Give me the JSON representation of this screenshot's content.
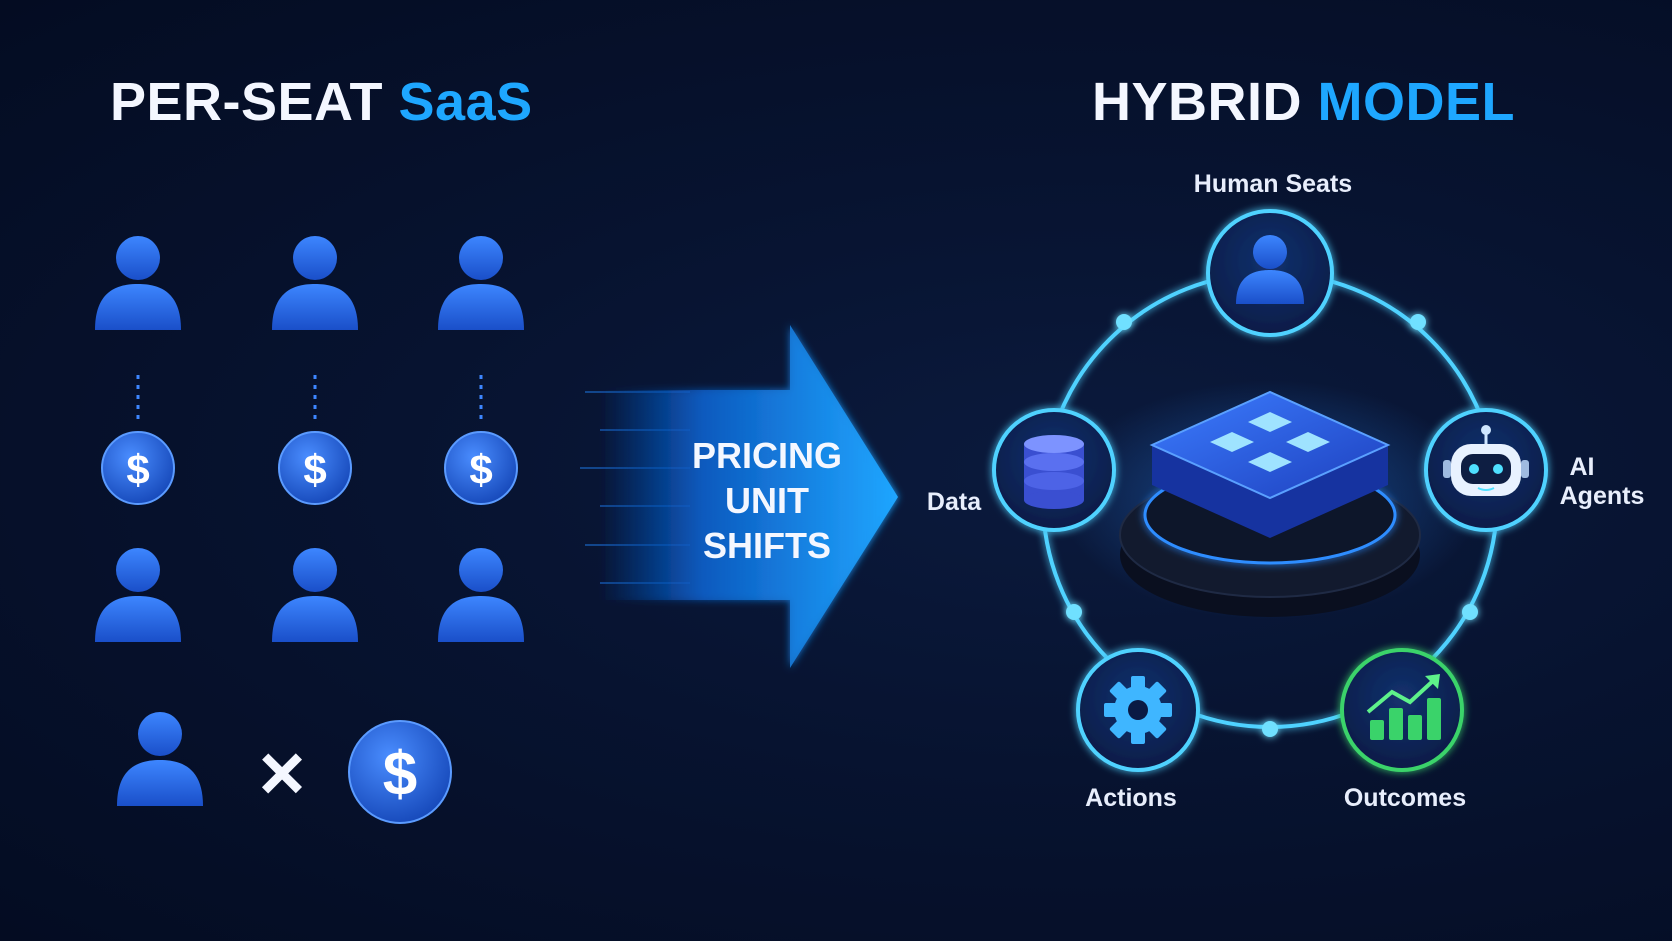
{
  "left": {
    "title_main": "PER-SEAT ",
    "title_accent": "SaaS",
    "currency_symbol": "$",
    "multiply_symbol": "×",
    "seat_columns": 3
  },
  "arrow": {
    "line1": "PRICING",
    "line2": "UNIT",
    "line3": "SHIFTS"
  },
  "right": {
    "title_main": "HYBRID ",
    "title_accent": "MODEL",
    "nodes": [
      {
        "label": "Human Seats",
        "icon": "person-icon"
      },
      {
        "label_line1": "AI",
        "label_line2": "Agents",
        "icon": "robot-icon"
      },
      {
        "label": "Outcomes",
        "icon": "growth-chart-icon"
      },
      {
        "label": "Actions",
        "icon": "gear-icon"
      },
      {
        "label": "Data",
        "icon": "database-icon"
      }
    ],
    "center_icon": "platform-grid-icon"
  },
  "colors": {
    "white": "#f4f7ff",
    "accent": "#1ea7ff",
    "person": "#2a6df0",
    "ring": "#4fd2ff",
    "green": "#3ad36a"
  }
}
